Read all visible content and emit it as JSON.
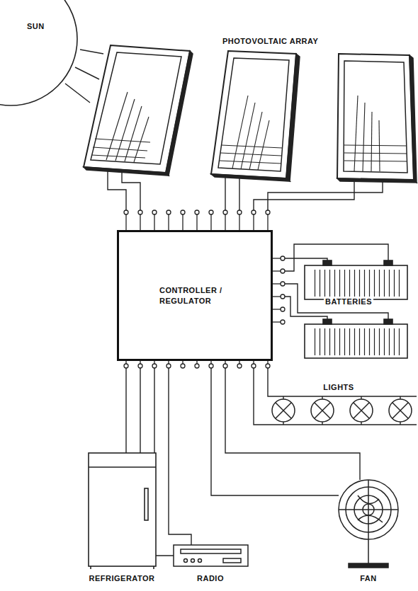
{
  "diagram": {
    "nodes": [
      {
        "text": [
          "SUN"
        ]
      },
      {
        "text": [
          "CONTROLLER / REGULATOR"
        ]
      }
    ],
    "labels": [
      "PHOTOVOLTAIC ARRAY",
      "BATTERIES",
      "LIGHTS",
      "REFRIGERATOR",
      "RADIO",
      "FAN"
    ]
  }
}
